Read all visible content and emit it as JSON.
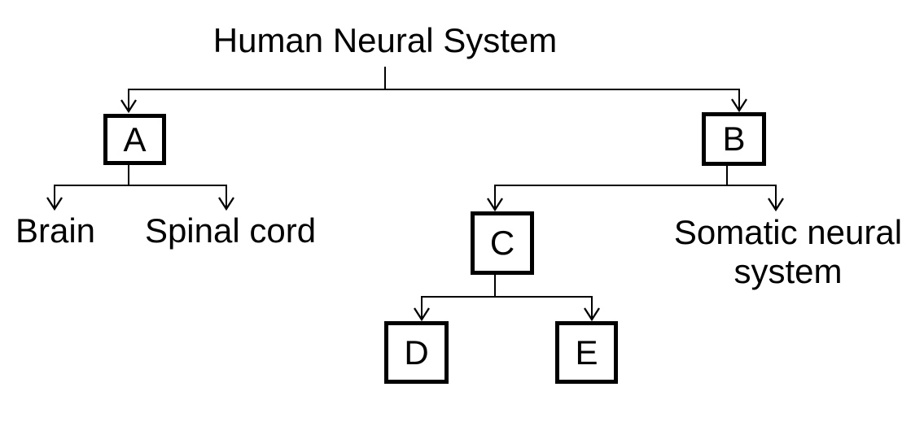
{
  "diagram": {
    "title": "Human Neural System",
    "nodes": {
      "a": {
        "label": "A"
      },
      "b": {
        "label": "B"
      },
      "c": {
        "label": "C"
      },
      "d": {
        "label": "D"
      },
      "e": {
        "label": "E"
      }
    },
    "leaves": {
      "brain": "Brain",
      "spinal_cord": "Spinal cord",
      "somatic_full": "Somatic neural system",
      "somatic_line1": "Somatic neural",
      "somatic_line2": "system"
    },
    "tree": {
      "root": "Human Neural System",
      "children": [
        {
          "node": "A",
          "children": [
            "Brain",
            "Spinal cord"
          ]
        },
        {
          "node": "B",
          "children": [
            {
              "node": "C",
              "children": [
                "D",
                "E"
              ]
            },
            "Somatic neural system"
          ]
        }
      ]
    },
    "colors": {
      "line": "#000000",
      "text": "#000000",
      "background": "#ffffff"
    }
  }
}
